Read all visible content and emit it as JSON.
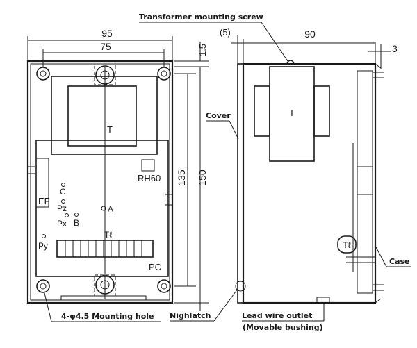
{
  "dimensions": {
    "front_width": "95",
    "front_hole_spacing": "75",
    "top_offset": "1.5",
    "side_offset": "(5)",
    "side_depth": "90",
    "side_flange": "3",
    "inner_height": "135",
    "overall_height": "150"
  },
  "components": {
    "transformer": "T",
    "relay": "RH60",
    "terminal_ef": "EF",
    "pin_c": "C",
    "pin_pz": "Pz",
    "pin_px": "Px",
    "pin_b": "B",
    "pin_a": "A",
    "pin_py": "Py",
    "terminal_block": "Tℓ",
    "board": "PC",
    "side_transformer": "T",
    "side_terminal": "Tℓ"
  },
  "callouts": {
    "transformer_screw": "Transformer mounting screw",
    "cover": "Cover",
    "case": "Case",
    "mounting_hole": "4-φ4.5 Mounting hole",
    "nighlatch": "Nighlatch",
    "lead_wire_outlet": "Lead wire outlet",
    "movable_bushing": "(Movable bushing)"
  }
}
